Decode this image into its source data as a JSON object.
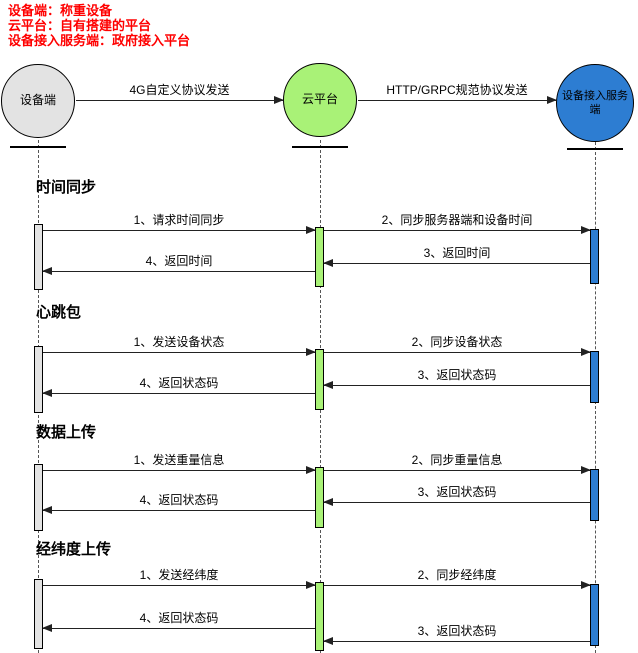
{
  "legend": {
    "color": "#ff0000",
    "lines": [
      "设备端：称重设备",
      "云平台：自有搭建的平台",
      "设备接入服务端：政府接入平台"
    ]
  },
  "actors": {
    "device": {
      "label": "设备端",
      "color": "#e3e3e3"
    },
    "cloud": {
      "label": "云平台",
      "color": "#a9f277"
    },
    "server": {
      "label": "设备接入服务端",
      "color": "#2d7dd2"
    }
  },
  "top_links": {
    "device_cloud": {
      "label": "4G自定义协议发送",
      "from": "设备端",
      "to": "云平台"
    },
    "cloud_server": {
      "label": "HTTP/GRPC规范协议发送",
      "from": "云平台",
      "to": "设备接入服务端"
    }
  },
  "sections": [
    {
      "title": "时间同步",
      "messages": [
        {
          "label": "1、请求时间同步",
          "from": "设备端",
          "to": "云平台"
        },
        {
          "label": "2、同步服务器端和设备时间",
          "from": "云平台",
          "to": "设备接入服务端"
        },
        {
          "label": "3、返回时间",
          "from": "设备接入服务端",
          "to": "云平台"
        },
        {
          "label": "4、返回时间",
          "from": "云平台",
          "to": "设备端"
        }
      ]
    },
    {
      "title": "心跳包",
      "messages": [
        {
          "label": "1、发送设备状态",
          "from": "设备端",
          "to": "云平台"
        },
        {
          "label": "2、同步设备状态",
          "from": "云平台",
          "to": "设备接入服务端"
        },
        {
          "label": "3、返回状态码",
          "from": "设备接入服务端",
          "to": "云平台"
        },
        {
          "label": "4、返回状态码",
          "from": "云平台",
          "to": "设备端"
        }
      ]
    },
    {
      "title": "数据上传",
      "messages": [
        {
          "label": "1、发送重量信息",
          "from": "设备端",
          "to": "云平台"
        },
        {
          "label": "2、同步重量信息",
          "from": "云平台",
          "to": "设备接入服务端"
        },
        {
          "label": "3、返回状态码",
          "from": "设备接入服务端",
          "to": "云平台"
        },
        {
          "label": "4、返回状态码",
          "from": "云平台",
          "to": "设备端"
        }
      ]
    },
    {
      "title": "经纬度上传",
      "messages": [
        {
          "label": "1、发送经纬度",
          "from": "设备端",
          "to": "云平台"
        },
        {
          "label": "2、同步经纬度",
          "from": "云平台",
          "to": "设备接入服务端"
        },
        {
          "label": "3、返回状态码",
          "from": "设备接入服务端",
          "to": "云平台"
        },
        {
          "label": "4、返回状态码",
          "from": "云平台",
          "to": "设备端"
        }
      ]
    }
  ]
}
